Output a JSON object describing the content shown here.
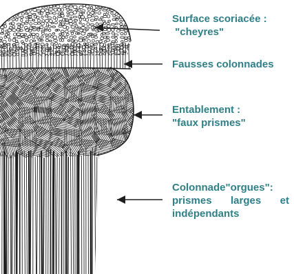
{
  "label_color": "#2f7f86",
  "ink_color": "#1e1e1e",
  "labels": [
    {
      "lines": [
        "Surface scoriacée :",
        " \"cheyres\""
      ]
    },
    {
      "lines": [
        "Fausses colonnades"
      ]
    },
    {
      "lines": [
        "Entablement :",
        "\"faux prismes\""
      ]
    },
    {
      "lines": [
        "Colonnade\"orgues\":",
        "prismes  larges  et",
        "indépendants"
      ]
    }
  ]
}
